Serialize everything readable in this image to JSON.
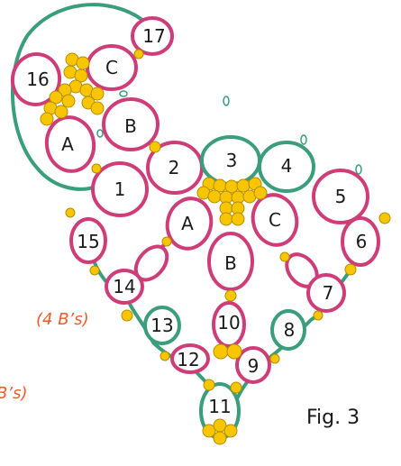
{
  "figure_label": "Fig. 3",
  "notes": {
    "line1": "(4 B’s)",
    "line2": "B’s)"
  },
  "rings": {
    "r1": "1",
    "r2": "2",
    "r3": "3",
    "r4": "4",
    "r5": "5",
    "r6": "6",
    "r7": "7",
    "r8": "8",
    "r9": "9",
    "r10": "10",
    "r11": "11",
    "r12": "12",
    "r13": "13",
    "r14": "14",
    "r15": "15",
    "r16": "16",
    "r17": "17"
  },
  "inner": {
    "a_left": "A",
    "b_left": "B",
    "c_top": "C",
    "a_mid": "A",
    "b_mid": "B",
    "c_mid": "C"
  },
  "colors": {
    "green": "#3a9e7c",
    "pink": "#cf3d79",
    "bead": "#f7c600",
    "note": "#f05a28"
  }
}
